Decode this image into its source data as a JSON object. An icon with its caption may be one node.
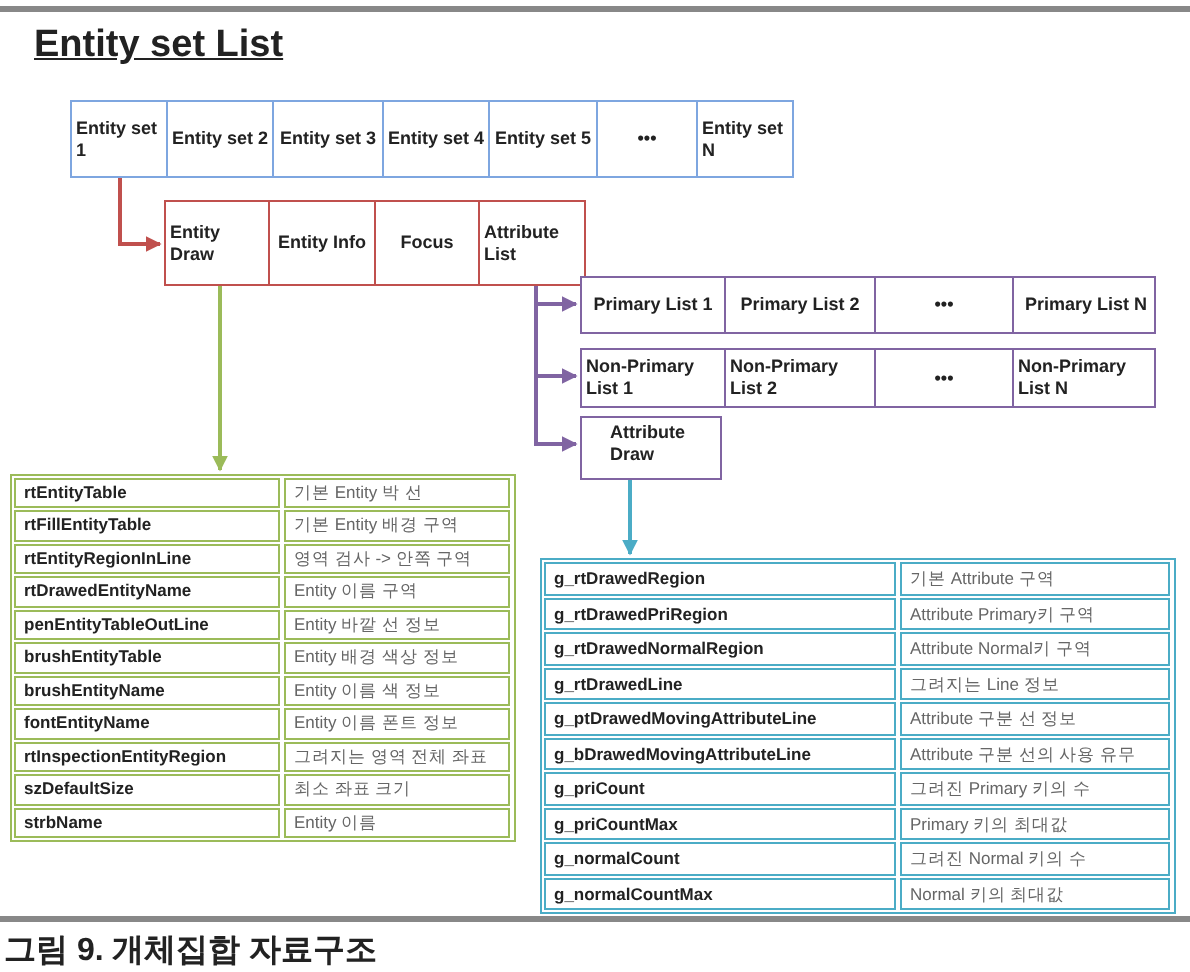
{
  "diagram": {
    "title": "Entity set List",
    "caption": "그림 9. 개체집합 자료구조",
    "nodes": [
      {
        "text": [],
        "shape": "box"
      },
      {
        "text": [
          "Entity set 1"
        ],
        "in": 0
      },
      {
        "text": [
          "Entity set 2"
        ],
        "in": 0
      },
      {
        "text": [
          "Entity set 3"
        ],
        "in": 0
      },
      {
        "text": [
          "Entity set 4"
        ],
        "in": 0
      },
      {
        "text": [
          "Entity set 5"
        ],
        "in": 0
      },
      {
        "text": [
          "•••"
        ],
        "in": 0
      },
      {
        "text": [
          "Entity set N"
        ],
        "in": 0
      },
      {
        "text": [],
        "shape": "box"
      },
      {
        "text": [
          "Entity Draw"
        ],
        "in": 8
      },
      {
        "text": [
          "Entity Info"
        ],
        "in": 8
      },
      {
        "text": [
          "Focus"
        ],
        "in": 8
      },
      {
        "text": [
          "Attribute List"
        ],
        "in": 8
      },
      {
        "text": [],
        "shape": "box"
      },
      {
        "text": [
          "Primary List 1"
        ],
        "in": 13
      },
      {
        "text": [
          "Primary List 2"
        ],
        "in": 13
      },
      {
        "text": [
          "•••"
        ],
        "in": 13
      },
      {
        "text": [
          "Primary List N"
        ],
        "in": 13
      },
      {
        "text": [],
        "shape": "box"
      },
      {
        "text": [
          "Non-Primary List 1"
        ],
        "in": 18
      },
      {
        "text": [
          "Non-Primary List 2"
        ],
        "in": 18
      },
      {
        "text": [
          "•••"
        ],
        "in": 18
      },
      {
        "text": [
          "Non-Primary List N"
        ],
        "in": 18
      },
      {
        "text": [
          "Attribute Draw"
        ]
      },
      {
        "text": [],
        "shape": "box"
      },
      {
        "text": [],
        "shape": "box"
      }
    ],
    "edges": [
      {
        "from": 1,
        "to": 8,
        "arrow": "to",
        "color": "#c0504d"
      },
      {
        "from": 9,
        "to": 24,
        "arrow": "to",
        "color": "#9bbb59"
      },
      {
        "from": 12,
        "to": 13,
        "arrow": "to",
        "color": "#8064a2"
      },
      {
        "from": 12,
        "to": 18,
        "arrow": "to",
        "color": "#8064a2"
      },
      {
        "from": 12,
        "to": 23,
        "arrow": "to",
        "color": "#8064a2"
      },
      {
        "from": 23,
        "to": 25,
        "arrow": "to",
        "color": "#4bacc6"
      }
    ],
    "labels": [
      "rtEntityTable",
      "기본 Entity 박 선",
      "rtFillEntityTable",
      "기본 Entity 배경 구역",
      "rtEntityRegionInLine",
      "영역 검사 -> 안쪽 구역",
      "rtDrawedEntityName",
      "Entity 이름 구역",
      "penEntityTableOutLine",
      "Entity 바깥 선 정보",
      "brushEntityTable",
      "Entity 배경 색상 정보",
      "brushEntityName",
      "Entity 이름 색 정보",
      "fontEntityName",
      "Entity 이름 폰트 정보",
      "rtInspectionEntityRegion",
      "그려지는 영역 전체 좌표",
      "szDefaultSize",
      "최소 좌표 크기",
      "strbName",
      "Entity 이름",
      "g_rtDrawedRegion",
      "기본 Attribute 구역",
      "g_rtDrawedPriRegion",
      "Attribute Primary키 구역",
      "g_rtDrawedNormalRegion",
      "Attribute Normal키 구역",
      "g_rtDrawedLine",
      "그려지는 Line 정보",
      "g_ptDrawedMovingAttributeLine",
      "Attribute 구분 선 정보",
      "g_bDrawedMovingAttributeLine",
      "Attribute 구분 선의 사용 유무",
      "g_priCount",
      "그려진 Primary 키의 수",
      "g_priCountMax",
      "Primary 키의 최대값",
      "g_normalCount",
      "그려진 Normal 키의 수",
      "g_normalCountMax",
      "Normal 키의 최대값"
    ]
  }
}
